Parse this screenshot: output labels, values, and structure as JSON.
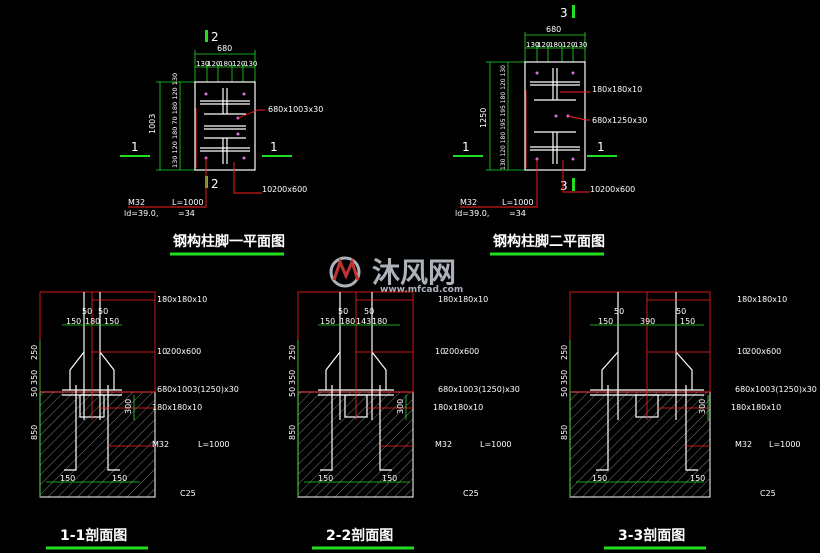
{
  "colors": {
    "background": "#000000",
    "outline": "#ffffff",
    "dimension": "#22dd22",
    "leader": "#ff2020",
    "hatch": "#808080",
    "bolt": "#e070e0"
  },
  "plan1": {
    "cut_top": "2",
    "cut_bottom": "2",
    "cut_left": "1",
    "cut_right": "1",
    "width": "680",
    "segs": [
      "130",
      "120",
      "180",
      "120",
      "130"
    ],
    "height": "1003",
    "vsegs": "130 120 180 70 180 120 130",
    "plate": "680x1003x30",
    "rib": "10",
    "rib_size": "200x600",
    "bolt": "M32",
    "bolt_len": "L=1000",
    "anchor": "ld=39.0,",
    "anchor2": "=34",
    "title": "钢构柱脚一平面图"
  },
  "plan2": {
    "cut_top": "3",
    "cut_bottom": "3",
    "cut_left": "1",
    "cut_right": "1",
    "width": "680",
    "segs": [
      "130",
      "120",
      "180",
      "120",
      "130"
    ],
    "height": "1250",
    "vsegs": "130 120 180 195 195 180 120 130",
    "stiff": "180x180x10",
    "plate": "680x1250x30",
    "rib": "10",
    "rib_size": "200x600",
    "bolt": "M32",
    "bolt_len": "L=1000",
    "anchor": "ld=39.0,",
    "anchor2": "=34",
    "title": "钢构柱脚二平面图"
  },
  "watermark": {
    "cn": "沐风网",
    "url": "www.mfcad.com"
  },
  "sections": [
    {
      "title": "1-1剖面图",
      "top": [
        "50",
        "50"
      ],
      "mid": [
        "150",
        "180",
        "150"
      ],
      "vdims": [
        "250",
        "350",
        "50"
      ],
      "base": "850",
      "depth": "300",
      "bottom": [
        "150",
        "150"
      ],
      "l_stiff": "180x180x10",
      "l_rib": "10",
      "l_rib_size": "200x600",
      "l_plate": "680x1003(1250)x30",
      "l_shear": "180x180x10",
      "l_bolt": "M32",
      "l_bolt_len": "L=1000",
      "l_conc": "C25"
    },
    {
      "title": "2-2剖面图",
      "top": [
        "50",
        "50"
      ],
      "mid": [
        "180",
        "143",
        "180"
      ],
      "left": "150",
      "vdims": [
        "250",
        "350",
        "50"
      ],
      "base": "850",
      "depth": "300",
      "bottom": [
        "150",
        "150"
      ],
      "l_stiff": "180x180x10",
      "l_rib": "10",
      "l_rib_size": "200x600",
      "l_plate": "680x1003(1250)x30",
      "l_shear": "180x180x10",
      "l_bolt": "M32",
      "l_bolt_len": "L=1000",
      "l_conc": "C25"
    },
    {
      "title": "3-3剖面图",
      "top": [
        "50",
        "50"
      ],
      "mid": [
        "150",
        "390",
        "150"
      ],
      "vdims": [
        "250",
        "350",
        "50"
      ],
      "base": "850",
      "depth": "300",
      "bottom": [
        "150",
        "150"
      ],
      "l_stiff": "180x180x10",
      "l_rib": "10",
      "l_rib_size": "200x600",
      "l_plate": "680x1003(1250)x30",
      "l_shear": "180x180x10",
      "l_bolt": "M32",
      "l_bolt_len": "L=1000",
      "l_conc": "C25"
    }
  ]
}
